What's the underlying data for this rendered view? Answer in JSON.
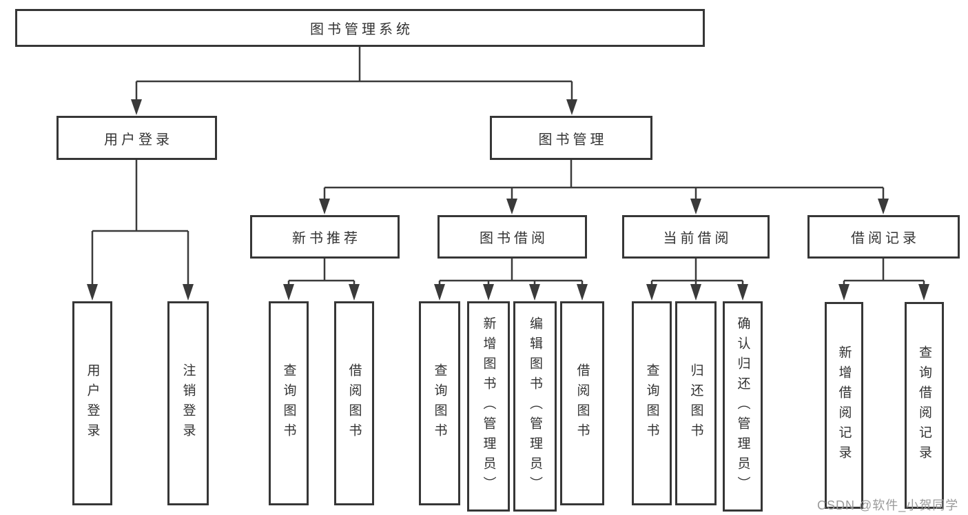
{
  "diagram_title": "图书管理系统",
  "watermark": "CSDN @软件_小贺同学",
  "colors": {
    "background": "#ffffff",
    "box_border": "#363636",
    "line": "#3a3a3a",
    "text": "#333333",
    "watermark": "#9a9a9a"
  },
  "tree": {
    "root": "图书管理系统",
    "branches": [
      {
        "label": "用户登录",
        "children": [
          "用户登录",
          "注销登录"
        ]
      },
      {
        "label": "图书管理",
        "sections": [
          {
            "label": "新书推荐",
            "children": [
              "查询图书",
              "借阅图书"
            ]
          },
          {
            "label": "图书借阅",
            "children": [
              "查询图书",
              "新增图书（管理员）",
              "编辑图书（管理员）",
              "借阅图书"
            ]
          },
          {
            "label": "当前借阅",
            "children": [
              "查询图书",
              "归还图书",
              "确认归还（管理员）"
            ]
          },
          {
            "label": "借阅记录",
            "children": [
              "新增借阅记录",
              "查询借阅记录"
            ]
          }
        ]
      }
    ]
  }
}
